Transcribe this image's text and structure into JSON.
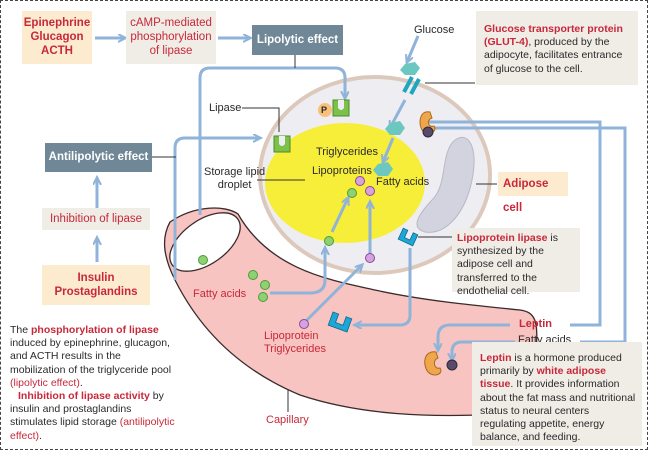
{
  "boxes": {
    "hormones": {
      "lines": [
        "Epinephrine",
        "Glucagon",
        "ACTH"
      ]
    },
    "camp": {
      "lines": [
        "cAMP-mediated",
        "phosphorylation",
        "of lipase"
      ]
    },
    "lipolytic": {
      "label": "Lipolytic effect"
    },
    "antilipolytic": {
      "label": "Antilipolytic effect"
    },
    "inhibition": {
      "label": "Inhibition of lipase"
    },
    "insulin": {
      "lines": [
        "Insulin",
        "Prostaglandins"
      ]
    },
    "adipose_cell": {
      "label": "Adipose cell"
    }
  },
  "labels": {
    "glucose": "Glucose",
    "lipase": "Lipase",
    "p_badge": "P",
    "storage_lipid_droplet": [
      "Storage lipid",
      "droplet"
    ],
    "triglycerides": "Triglycerides",
    "lipoproteins": "Lipoproteins",
    "fatty_acids_cell": "Fatty acids",
    "fatty_acids_capillary": "Fatty acids",
    "lipoprotein_triglycerides": [
      "Lipoprotein",
      "Triglycerides"
    ],
    "capillary": "Capillary",
    "leptin": "Leptin",
    "fatty_acids_out": "Fatty acids"
  },
  "notes": {
    "glut4": {
      "highlight": "Glucose transporter protein (GLUT-4)",
      "text": ", produced by the adipocyte, facilitates entrance of glucose to the cell."
    },
    "lpl": {
      "highlight": "Lipoprotein lipase",
      "text": " is synthesized by the adipose cell and transferred to the endothelial cell."
    },
    "leptin": {
      "highlight1": "Leptin",
      "text1": " is a hormone produced primarily by ",
      "highlight2": "white adipose tissue",
      "text2": ". It provides information about the fat mass and nutritional status to neural centers regulating appetite, energy balance, and feeding."
    },
    "phosphorylation": {
      "pre": "The ",
      "highlight": "phosphorylation of lipase",
      "text": " induced by epinephrine, glucagon, and ACTH results in the mobilization of the triglyceride pool ",
      "effect": "(lipolytic effect)",
      "end": "."
    },
    "inhibition": {
      "highlight": "Inhibition of lipase activity",
      "text": " by insulin and prostaglandins stimulates lipid storage ",
      "effect": "(antilipolytic effect)",
      "end": "."
    }
  },
  "colors": {
    "arrow": "#8fb3d9",
    "highlight_red": "#c8283a",
    "capillary": "#f7c4c1",
    "droplet": "#f7ee3a",
    "cell": "#eeeef2",
    "slate_box": "#6f8796",
    "peach_box": "#fcebcf",
    "grey_box": "#f0ece6"
  }
}
